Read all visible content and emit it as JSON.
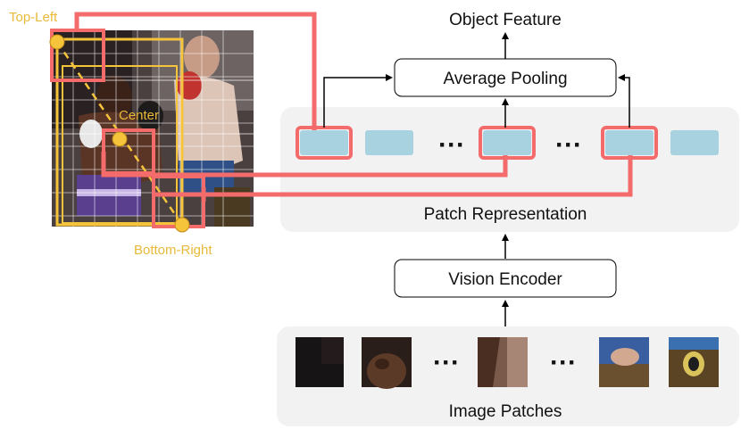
{
  "labels": {
    "object_feature": "Object Feature",
    "average_pooling": "Average Pooling",
    "patch_representation": "Patch Representation",
    "vision_encoder": "Vision Encoder",
    "image_patches": "Image Patches",
    "top_left": "Top-Left",
    "center": "Center",
    "bottom_right": "Bottom-Right",
    "ellipsis": "···"
  },
  "colors": {
    "highlight": "#f36b6b",
    "patch_token": "#a9d2e1",
    "panel": "#f2f2f2",
    "bbox": "#f5c43b",
    "label_gold": "#e8b93a",
    "arrow": "#000000"
  },
  "icons": {
    "photo": "boxing-photo",
    "patches": "image-patch-thumbnails"
  }
}
